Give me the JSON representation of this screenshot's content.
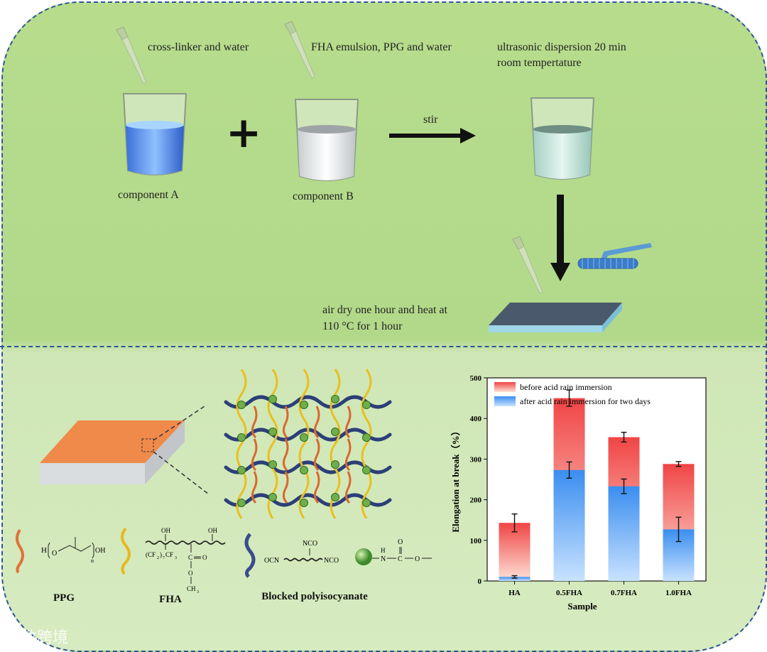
{
  "step1": {
    "reagent": "cross-linker and water",
    "label": "component A"
  },
  "step2": {
    "reagent": "FHA emulsion, PPG and water",
    "label": "component B"
  },
  "step3": {
    "line1": "ultrasonic dispersion 20 min",
    "line2": "room tempertature"
  },
  "stir_label": "stir",
  "cure": {
    "line1": "air dry one hour and heat at",
    "line2": "110 °C for 1 hour"
  },
  "components": {
    "ppg": "PPG",
    "fha": "FHA",
    "blocked": "Blocked polyisocyanate"
  },
  "watermark": "大数跨境",
  "colors": {
    "before": "#f04545",
    "after": "#3a8ef0",
    "frame": "#2f5597",
    "coating": "#f08a4b"
  },
  "chart_data": {
    "type": "bar",
    "categories": [
      "HA",
      "0.5FHA",
      "0.7FHA",
      "1.0FHA"
    ],
    "series": [
      {
        "name": "before acid rain immersion",
        "values": [
          143,
          450,
          354,
          288
        ],
        "errors": [
          22,
          20,
          12,
          6
        ]
      },
      {
        "name": "after acid rain immersion for two days",
        "values": [
          10,
          273,
          233,
          127
        ],
        "errors": [
          3,
          20,
          18,
          30
        ]
      }
    ],
    "xlabel": "Sample",
    "ylabel": "Elongation at break（%）",
    "ylim": [
      0,
      500
    ],
    "yticks": [
      0,
      100,
      200,
      300,
      400,
      500
    ],
    "legend": "top-left"
  }
}
